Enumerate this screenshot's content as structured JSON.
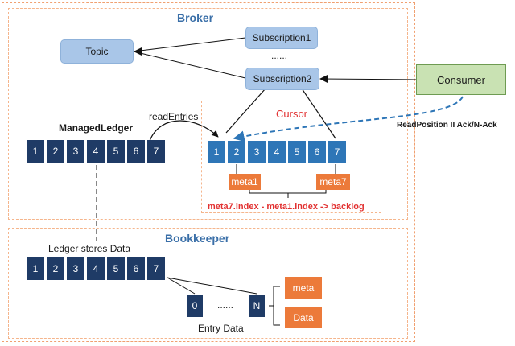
{
  "broker": {
    "title": "Broker"
  },
  "bookkeeper": {
    "title": "Bookkeeper"
  },
  "topic": {
    "label": "Topic"
  },
  "subscriptions": {
    "first": "Subscription1",
    "ellipsis": "......",
    "second": "Subscription2"
  },
  "consumer": {
    "label": "Consumer"
  },
  "read_position_label": "ReadPosition II Ack/N-Ack",
  "read_entries_label": "readEntries",
  "managed_ledger": {
    "title": "ManagedLedger",
    "cells": [
      "1",
      "2",
      "3",
      "4",
      "5",
      "6",
      "7"
    ]
  },
  "cursor": {
    "title": "Cursor",
    "cells": [
      "1",
      "2",
      "3",
      "4",
      "5",
      "6",
      "7"
    ],
    "meta_first": "meta1",
    "meta_last": "meta7",
    "backlog_formula": "meta7.index - meta1.index -> backlog"
  },
  "ledger_stores_label": "Ledger stores Data",
  "ledger_cells": [
    "1",
    "2",
    "3",
    "4",
    "5",
    "6",
    "7"
  ],
  "entry": {
    "first": "0",
    "ellipsis": "......",
    "last": "N",
    "label": "Entry Data"
  },
  "entry_parts": {
    "meta": "meta",
    "data": "Data"
  },
  "colors": {
    "dark_cell": "#1f3b66",
    "cursor_cell": "#2e76b7",
    "pill": "#a9c6e8",
    "consumer": "#c9e2b3",
    "orange": "#ec7a3a",
    "title_blue": "#3a6fa8",
    "cursor_red": "#e23030",
    "frame_dash": "#f0a070"
  }
}
